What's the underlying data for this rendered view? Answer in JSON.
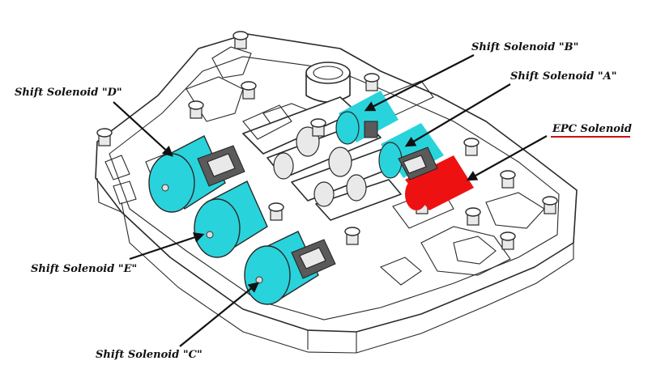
{
  "labels": {
    "solenoid_b": "Shift Solenoid \"B\"",
    "solenoid_a": "Shift Solenoid \"A\"",
    "solenoid_d": "Shift Solenoid \"D\"",
    "epc": "EPC Solenoid",
    "solenoid_e": "Shift Solenoid \"E\"",
    "solenoid_c": "Shift Solenoid \"C\""
  },
  "colors": {
    "shift_solenoid": "#29d3dc",
    "epc_solenoid": "#ee1111",
    "epc_underline": "#cc1111",
    "line_art": "#2a2a2a"
  }
}
